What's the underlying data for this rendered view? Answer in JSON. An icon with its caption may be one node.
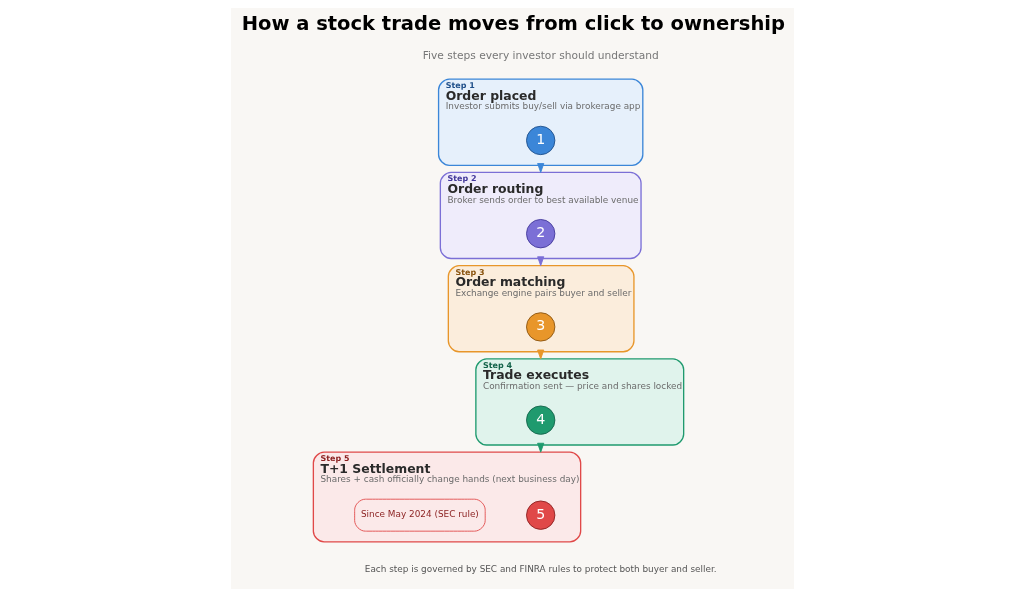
{
  "diagram": {
    "title": "How a stock trade moves from click to ownership",
    "caption": "Each step is governed by SEC and FINRA rules to protect both buyer and seller.",
    "nodes": [
      {
        "text": [
          "Step 1",
          "Order placed",
          "Investor submits buy/sell via brokerage app"
        ]
      },
      {
        "text": [
          "1"
        ],
        "in": 0
      },
      {
        "text": [
          "Step 2",
          "Order routing",
          "Broker sends order to best available venue"
        ]
      },
      {
        "text": [
          "2"
        ],
        "in": 2
      },
      {
        "text": [
          "Step 3",
          "Order matching",
          "Exchange engine pairs buyer and seller"
        ]
      },
      {
        "text": [
          "3"
        ],
        "in": 4
      },
      {
        "text": [
          "Step 4",
          "Trade executes",
          "Confirmation sent — price and shares locked"
        ]
      },
      {
        "text": [
          "4"
        ],
        "in": 6
      },
      {
        "text": [
          "Step 5",
          "T+1 Settlement",
          "Shares + cash officially change hands (next business day)"
        ]
      },
      {
        "text": [
          "5"
        ],
        "in": 8
      },
      {
        "text": [
          "Since May 2024 (SEC rule)"
        ],
        "in": 8
      }
    ],
    "edges": [
      {
        "from": 0,
        "to": 2,
        "arrow": "to",
        "color": "#3b86d8"
      },
      {
        "from": 2,
        "to": 4,
        "arrow": "to",
        "color": "#7b6fd6"
      },
      {
        "from": 4,
        "to": 6,
        "arrow": "to",
        "color": "#e8962a"
      },
      {
        "from": 6,
        "to": 8,
        "arrow": "to",
        "color": "#1f9a6e"
      }
    ],
    "labels": [
      "Five steps every investor should understand"
    ]
  }
}
